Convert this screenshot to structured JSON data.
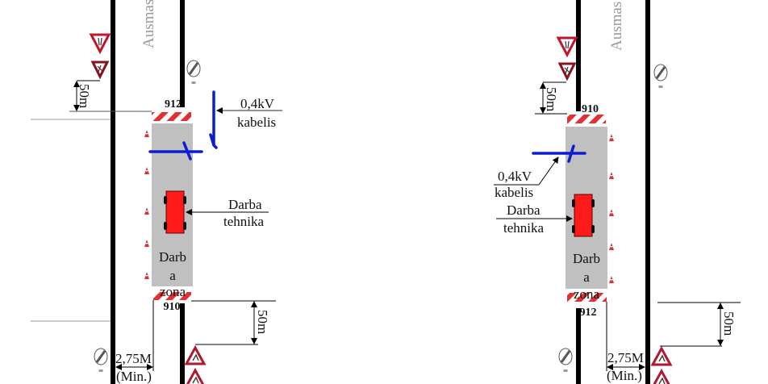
{
  "colors": {
    "work_zone": "#c0c0c0",
    "cable": "#0a1ed0",
    "vehicle": "#ff1a1a",
    "barrier": "#e03030",
    "road_edge": "#000000",
    "street_label": "#9a9a9a"
  },
  "left_scheme": {
    "street_name": "Ausmas",
    "top_point": "912",
    "bottom_point": "910",
    "top_distance": "50m",
    "bottom_distance": "50m",
    "cable_label_1": "0,4kV",
    "cable_label_2": "kabelis",
    "vehicle_label_1": "Darba",
    "vehicle_label_2": "tehnika",
    "zone_label_1": "Darb",
    "zone_label_2": "a",
    "zone_label_3": "zona",
    "lane_width_1": "2,75M",
    "lane_width_2": "(Min.)"
  },
  "right_scheme": {
    "street_name": "Ausmas",
    "top_point": "910",
    "bottom_point": "912",
    "top_distance": "50m",
    "bottom_distance": "50m",
    "cable_label_1": "0,4kV",
    "cable_label_2": "kabelis",
    "vehicle_label_1": "Darba",
    "vehicle_label_2": "tehnika",
    "zone_label_1": "Darb",
    "zone_label_2": "a",
    "zone_label_3": "zona",
    "lane_width_1": "2,75M",
    "lane_width_2": "(Min.)"
  },
  "icons": [
    "yield-narrowing-sign-icon",
    "roadworks-sign-icon",
    "end-restriction-sign-icon",
    "traffic-cone-icon",
    "work-vehicle-icon",
    "barrier-icon"
  ]
}
